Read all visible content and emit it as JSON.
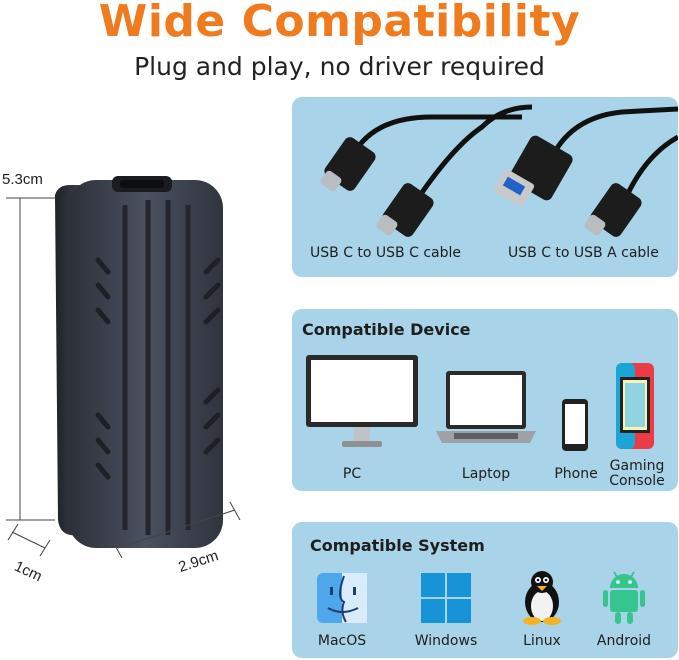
{
  "header": {
    "title": "Wide Compatibility",
    "subtitle": "Plug and play, no driver required"
  },
  "dimensions": {
    "height": "5.3cm",
    "depth": "1cm",
    "width": "2.9cm"
  },
  "cables": {
    "items": [
      {
        "label": "USB C to USB C cable"
      },
      {
        "label": "USB C to USB A cable"
      }
    ]
  },
  "devices": {
    "title": "Compatible Device",
    "items": [
      {
        "label": "PC"
      },
      {
        "label": "Laptop"
      },
      {
        "label": "Phone"
      },
      {
        "label_line1": "Gaming",
        "label_line2": "Console"
      }
    ]
  },
  "systems": {
    "title": "Compatible System",
    "items": [
      {
        "label": "MacOS"
      },
      {
        "label": "Windows"
      },
      {
        "label": "Linux"
      },
      {
        "label": "Android"
      }
    ]
  },
  "colors": {
    "title_orange": "#f07a1e",
    "panel_blue": "#a9d3e8",
    "windows_blue": "#1793d8",
    "android_green": "#36c58e"
  }
}
